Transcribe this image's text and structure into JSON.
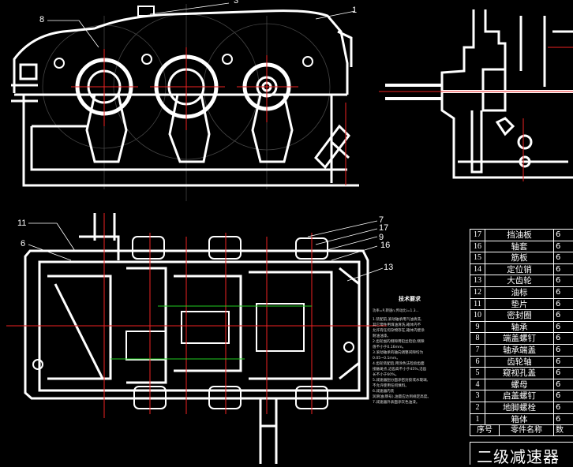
{
  "callouts": {
    "c8": "8",
    "c3": "3",
    "c1": "1",
    "c11": "11",
    "c6": "6",
    "c7": "7",
    "c17": "17",
    "c9": "9",
    "c16": "16",
    "c13": "13"
  },
  "notes": {
    "title": "技术要求",
    "subtitle": "功率=P,转速n,传动比i=1.3...",
    "lines": [
      "1.装配前,滚动轴承用汽油清洗,",
      "  其它零件用煤油清洗,箱体内不",
      "  允许有任何杂物存在,箱体内壁涂",
      "  耐油油漆。",
      "2.齿轮副的侧隙用铅丝检验,侧隙",
      "  值不小于0.16mm。",
      "3.滚动轴承的轴向调整间隙均为",
      "  0.05~0.1mm。",
      "4.齿轮装配后,用涂色法检验齿面",
      "  接触斑点,沿齿高不小于45%,沿齿",
      "  长不小于60%。",
      "5.减速器剖分面涂密封胶或水玻璃,",
      "  不允许使用任何填料。",
      "6.减速器内装",
      "  润滑油(牌号),油量应达到规定高度。",
      "7.减速器外表面涂灰色油漆。"
    ]
  },
  "bom": {
    "rows": [
      {
        "no": "17",
        "name": "挡油板",
        "qty": "6"
      },
      {
        "no": "16",
        "name": "轴套",
        "qty": "6"
      },
      {
        "no": "15",
        "name": "筋板",
        "qty": "6"
      },
      {
        "no": "14",
        "name": "定位销",
        "qty": "6"
      },
      {
        "no": "13",
        "name": "大齿轮",
        "qty": "6"
      },
      {
        "no": "12",
        "name": "油标",
        "qty": "6"
      },
      {
        "no": "11",
        "name": "垫片",
        "qty": "6"
      },
      {
        "no": "10",
        "name": "密封圈",
        "qty": "6"
      },
      {
        "no": "9",
        "name": "轴承",
        "qty": "6"
      },
      {
        "no": "8",
        "name": "端盖螺钉",
        "qty": "6"
      },
      {
        "no": "7",
        "name": "轴承端盖",
        "qty": "6"
      },
      {
        "no": "6",
        "name": "齿轮轴",
        "qty": "6"
      },
      {
        "no": "5",
        "name": "窥视孔盖",
        "qty": "6"
      },
      {
        "no": "4",
        "name": "螺母",
        "qty": "6"
      },
      {
        "no": "3",
        "name": "启盖螺钉",
        "qty": "6"
      },
      {
        "no": "2",
        "name": "地脚螺栓",
        "qty": "6"
      },
      {
        "no": "1",
        "name": "箱体",
        "qty": "6"
      }
    ],
    "head_no": "序号",
    "head_name": "零件名称",
    "head_qty": "数"
  },
  "title": {
    "text": "二级减速器 "
  }
}
